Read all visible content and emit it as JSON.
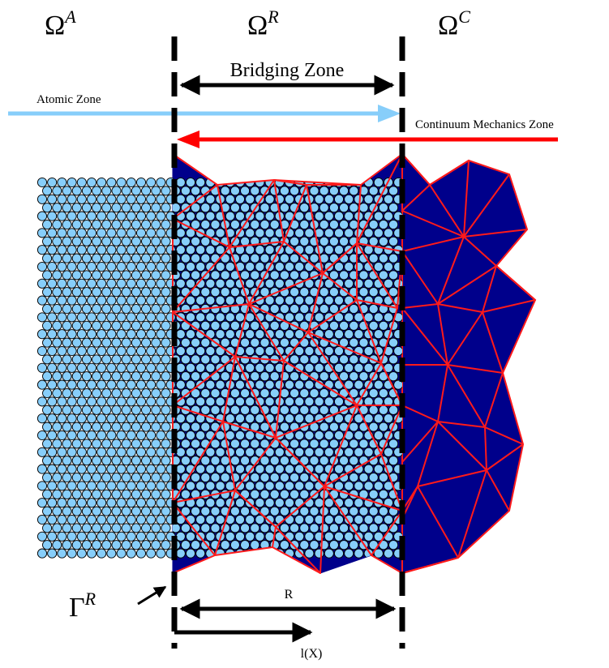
{
  "domains": {
    "atomistic": {
      "symbol": "Ω",
      "superscript": "A"
    },
    "bridging": {
      "symbol": "Ω",
      "superscript": "R"
    },
    "continuum": {
      "symbol": "Ω",
      "superscript": "C"
    }
  },
  "zones": {
    "bridging_label": "Bridging Zone",
    "atomic_label": "Atomic Zone",
    "continuum_label": "Continuum Mechanics Zone"
  },
  "boundary": {
    "symbol": "Γ",
    "superscript": "R"
  },
  "dimensions": {
    "width_label": "R",
    "position_label": "l(X)"
  },
  "colors": {
    "atom_fill": "#87cefa",
    "mesh_fill": "#00008b",
    "mesh_edge": "#ff1a1a",
    "atomic_arrow": "#87cefa",
    "continuum_arrow": "#ff0000",
    "ink": "#000000"
  }
}
